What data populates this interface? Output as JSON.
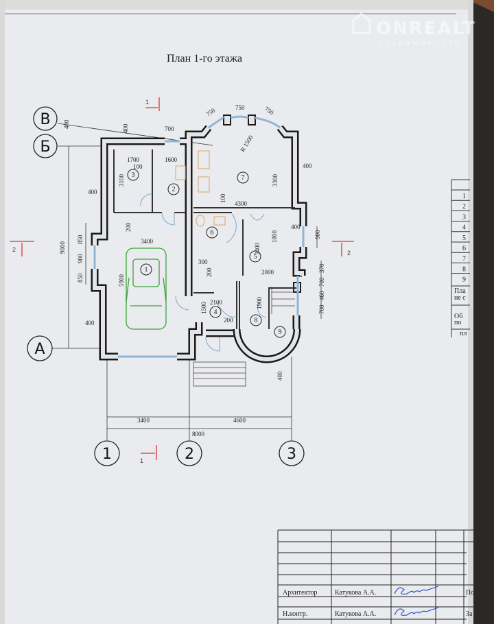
{
  "title": "План  1-го этажа",
  "watermark": {
    "brand": "ONREALT",
    "sub": "НЕДВИЖИМОСТЬ"
  },
  "axes": {
    "v": "В",
    "b": "Б",
    "a": "А",
    "n1": "1",
    "n2": "2",
    "n3": "3"
  },
  "sections": [
    "1",
    "1",
    "2",
    "2"
  ],
  "rooms": [
    "1",
    "2",
    "3",
    "4",
    "5",
    "6",
    "7",
    "8",
    "9"
  ],
  "dims": [
    "750",
    "750",
    "750",
    "700",
    "400",
    "400",
    "1700",
    "100",
    "1600",
    "3100",
    "400",
    "9000",
    "850",
    "900",
    "850",
    "200",
    "3400",
    "5900",
    "400",
    "R 1500",
    "3300",
    "400",
    "100",
    "4300",
    "400",
    "1800",
    "900",
    "3400",
    "300",
    "200",
    "2000",
    "2100",
    "1500",
    "200",
    "1900",
    "370",
    "700",
    "460",
    "700",
    "400",
    "3400",
    "4600",
    "8000"
  ],
  "title_block": {
    "role1": "Архитектор",
    "name1": "Катукова А.А.",
    "role2": "Н.контр.",
    "name2": "Катукова А.А.",
    "col1": "По",
    "col2": "За"
  },
  "side_table": {
    "rows": [
      "1",
      "2",
      "3",
      "4",
      "5",
      "6",
      "7",
      "8",
      "9"
    ],
    "plan1": "Пла",
    "plan2": "не с",
    "ob1": "Об",
    "ob2": "по",
    "pl": "пл"
  }
}
